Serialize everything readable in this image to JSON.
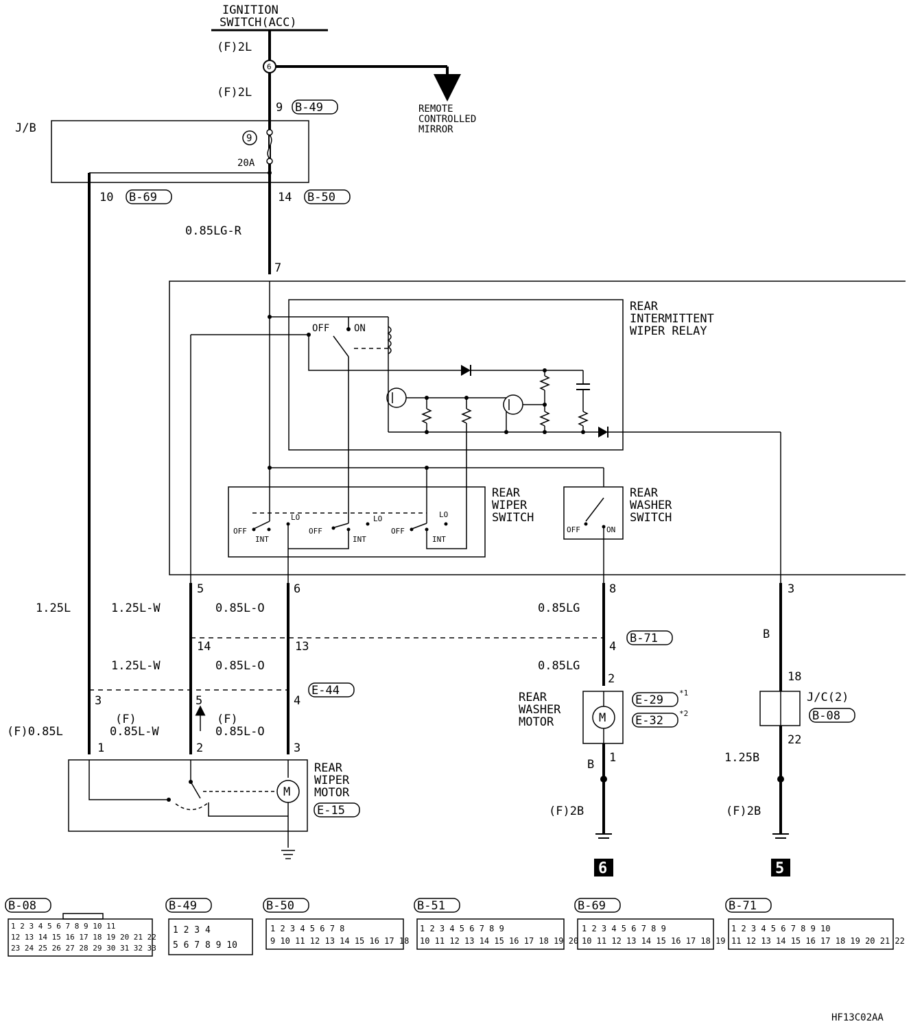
{
  "top": {
    "ignition_line1": "IGNITION",
    "ignition_line2": "SWITCH(ACC)",
    "wire_f2l": "(F)2L",
    "junction_num": "6",
    "remote_line1": "REMOTE",
    "remote_line2": "CONTROLLED",
    "remote_line3": "MIRROR",
    "pin9": "9",
    "conn_b49": "B-49"
  },
  "jb": {
    "label": "J/B",
    "fuse_num": "9",
    "fuse_rating": "20A",
    "pin10": "10",
    "conn_b69": "B-69",
    "pin14": "14",
    "conn_b50": "B-50",
    "wire_lgr": "0.85LG-R",
    "pin7": "7"
  },
  "relay": {
    "line1": "REAR",
    "line2": "INTERMITTENT",
    "line3": "WIPER RELAY",
    "off_label": "OFF",
    "on_label": "ON"
  },
  "wiper_switch": {
    "line1": "REAR",
    "line2": "WIPER",
    "line3": "SWITCH",
    "off": "OFF",
    "int": "INT",
    "lo": "LO"
  },
  "washer_switch": {
    "line1": "REAR",
    "line2": "WASHER",
    "line3": "SWITCH",
    "off": "OFF",
    "on": "ON"
  },
  "harness": {
    "pin5": "5",
    "pin6": "6",
    "pin8": "8",
    "pin3": "3",
    "pin14": "14",
    "pin13": "13",
    "pin4": "4",
    "pin2": "2",
    "pin18": "18",
    "w_125l": "1.25L",
    "w_125lw": "1.25L-W",
    "w_085lo": "0.85L-O",
    "w_085lg": "0.85LG",
    "w_b": "B",
    "conn_b71": "B-71",
    "conn_e44": "E-44",
    "f_tag": "(F)",
    "w_f085l": "(F)0.85L",
    "w_085lw": "0.85L-W"
  },
  "motor": {
    "pin1": "1",
    "pin2": "2",
    "pin3": "3",
    "line1": "REAR",
    "line2": "WIPER",
    "line3": "MOTOR",
    "conn": "E-15",
    "symbol": "M"
  },
  "washer_motor": {
    "line1": "REAR",
    "line2": "WASHER",
    "line3": "MOTOR",
    "symbol": "M",
    "conn1": "E-29",
    "note1": "*1",
    "conn2": "E-32",
    "note2": "*2",
    "pin1": "1",
    "wire_b": "B",
    "wire_f2b": "(F)2B",
    "ground_num": "6"
  },
  "jc": {
    "label": "J/C(2)",
    "conn": "B-08",
    "pin22": "22",
    "wire_125b": "1.25B",
    "wire_f2b": "(F)2B",
    "ground_num": "5"
  },
  "connectors": {
    "b08": {
      "name": "B-08",
      "row1": "1 2 3 4 5 6 7 8 9 10 11",
      "row2": "12 13 14 15 16 17 18 19 20 21 22",
      "row3": "23 24 25 26 27 28 29 30 31 32 33"
    },
    "b49": {
      "name": "B-49",
      "row1": "1  2        3  4",
      "row2": "5  6  7  8  9 10"
    },
    "b50": {
      "name": "B-50",
      "row1": "1 2 3 4    5 6 7 8",
      "row2": "9 10 11 12 13 14 15 16 17 18"
    },
    "b51": {
      "name": "B-51",
      "row1": "1 2 3 4    5 6 7 8 9",
      "row2": "10 11 12 13 14 15 16 17 18 19 20"
    },
    "b69": {
      "name": "B-69",
      "row1": "1 2 3 4    5 6 7 8 9",
      "row2": "10 11 12 13 14 15 16 17 18 19"
    },
    "b71": {
      "name": "B-71",
      "row1": "1 2 3 4 5    6 7 8 9 10",
      "row2": "11 12 13 14 15 16 17 18 19 20 21 22"
    }
  },
  "footer": {
    "code": "HF13C02AA"
  }
}
